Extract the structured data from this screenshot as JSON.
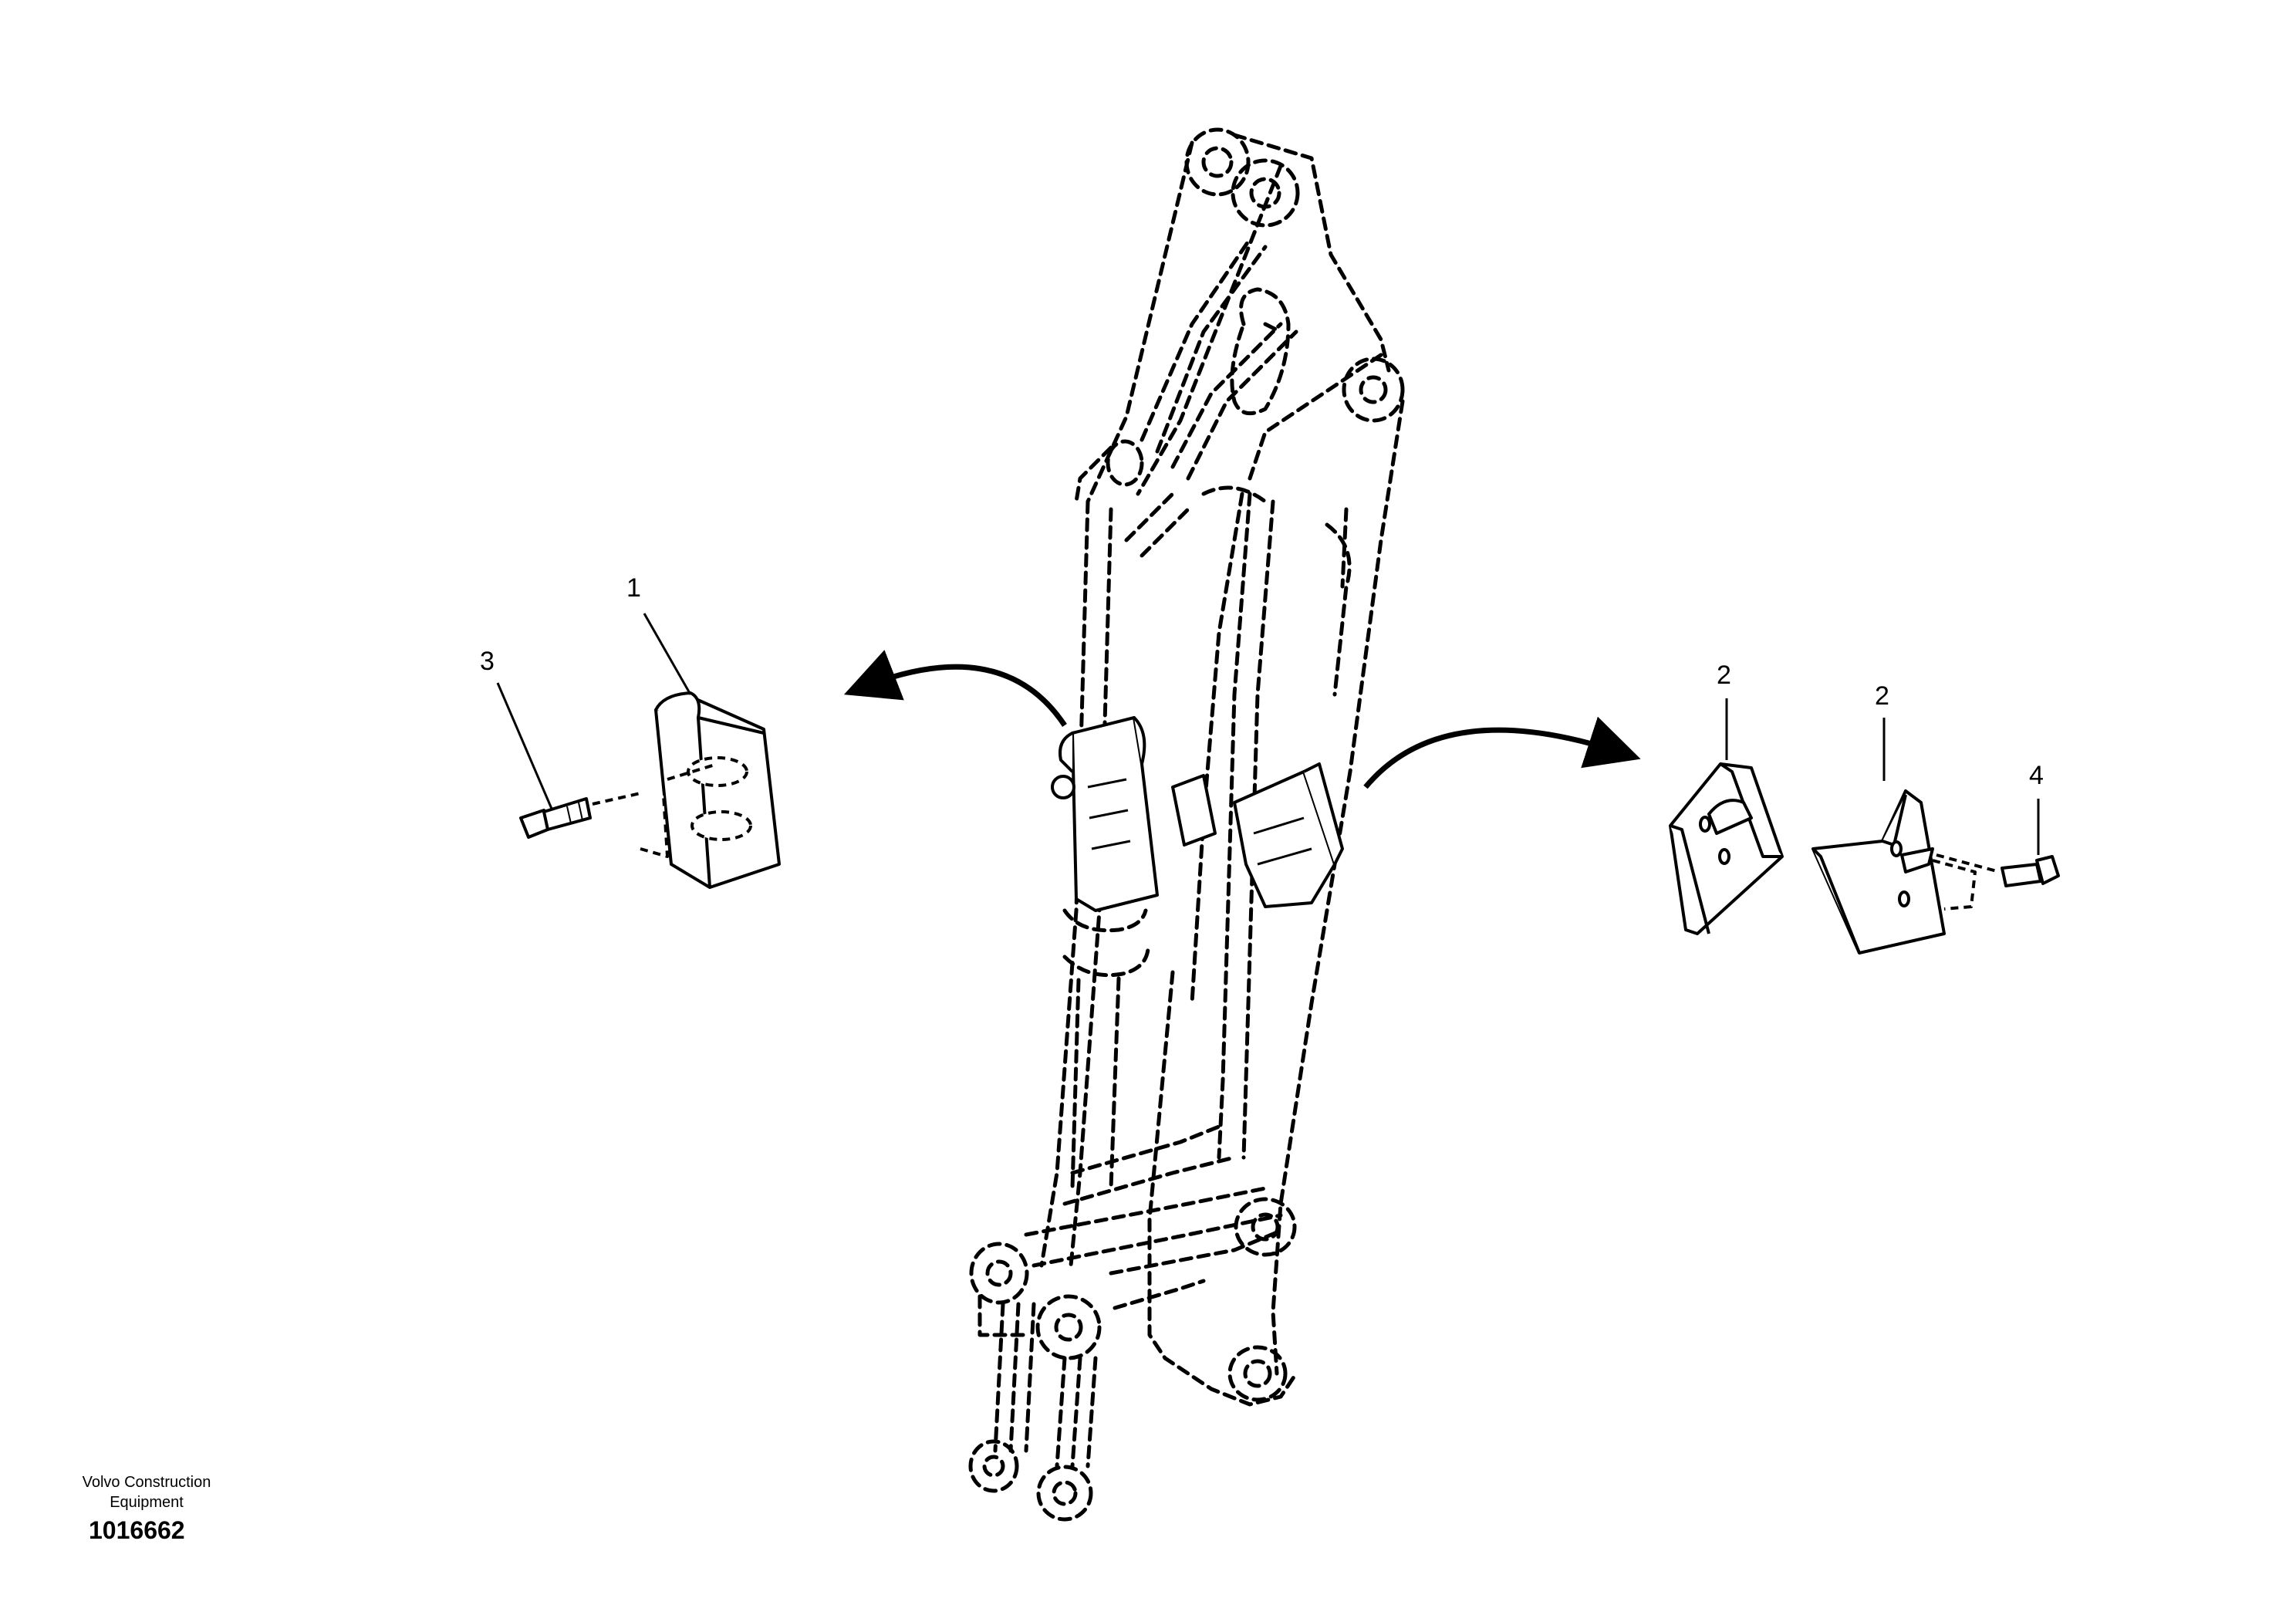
{
  "callouts": {
    "c1": "1",
    "c2a": "2",
    "c2b": "2",
    "c3": "3",
    "c4": "4"
  },
  "footer": {
    "company_line1": "Volvo Construction",
    "company_line2": "Equipment",
    "drawing_number": "1016662"
  }
}
